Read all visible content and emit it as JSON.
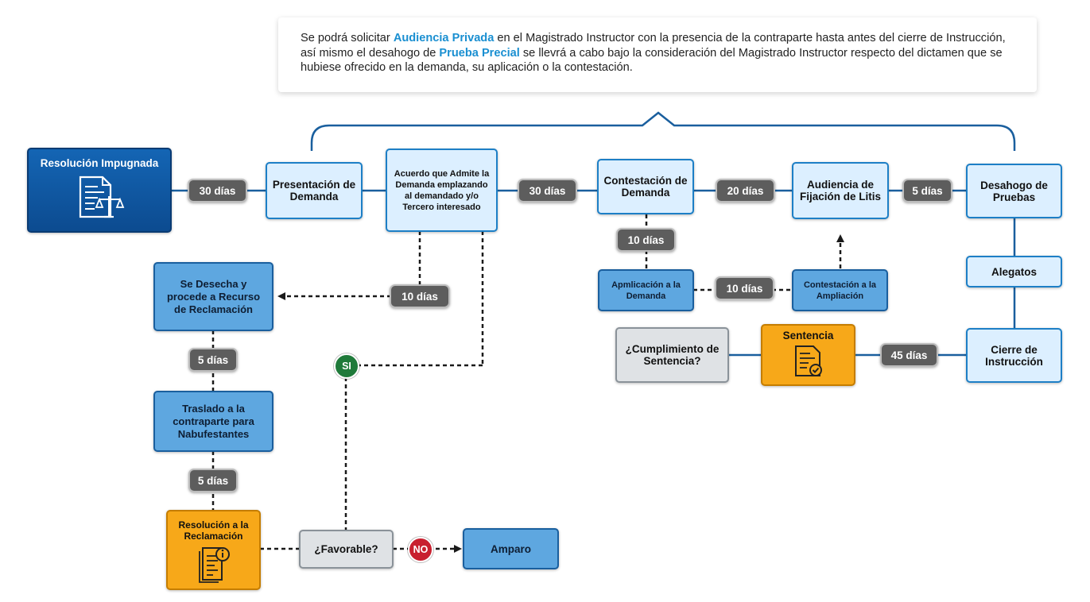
{
  "note": {
    "t1": "Se podrá solicitar ",
    "h1": "Audiencia Privada",
    "t2": " en el Magistrado Instructor con la presencia de la contraparte hasta antes del cierre de Instrucción, así mismo el desahogo de ",
    "h2": "Prueba Precial",
    "t3": " se llevrá a cabo bajo la consideración del Magistrado Instructor respecto del dictamen que se hubiese ofrecido en la demanda, su aplicación o la contestación."
  },
  "nodes": {
    "resolucion_impugnada": "Resolución Impugnada",
    "presentacion_demanda": "Presentación de Demanda",
    "acuerdo_admite": "Acuerdo que Admite la Demanda emplazando al demandado y/o Tercero interesado",
    "contestacion_demanda": "Contestación de Demanda",
    "audiencia_fijacion": "Audiencia de Fijación de Litis",
    "desahogo_pruebas": "Desahogo de Pruebas",
    "alegatos": "Alegatos",
    "cierre_instruccion": "Cierre de Instrucción",
    "sentencia": "Sentencia",
    "cumplimiento_sentencia": "¿Cumplimiento de Sentencia?",
    "ampliacion_demanda": "Apmlicación a la Demanda",
    "contestacion_ampliacion": "Contestación a la Ampliación",
    "se_desecha": "Se Desecha y procede a Recurso de Reclamación",
    "traslado": "Traslado a la contraparte para Nabufestantes",
    "resolucion_reclamacion": "Resolución a la Reclamación",
    "favorable": "¿Favorable?",
    "amparo": "Amparo"
  },
  "pills": {
    "p1": "30 días",
    "p2": "30 días",
    "p3": "20 días",
    "p4": "5 días",
    "p5": "10 días",
    "p6": "10 días",
    "p7": "45 días",
    "p8": "10 días",
    "p9": "5 días",
    "p10": "5 días"
  },
  "decisions": {
    "si": "SI",
    "no": "NO"
  },
  "colors": {
    "line": "#1a5f9e",
    "dash": "#1a1a1a",
    "accent": "#1a8fd1"
  }
}
